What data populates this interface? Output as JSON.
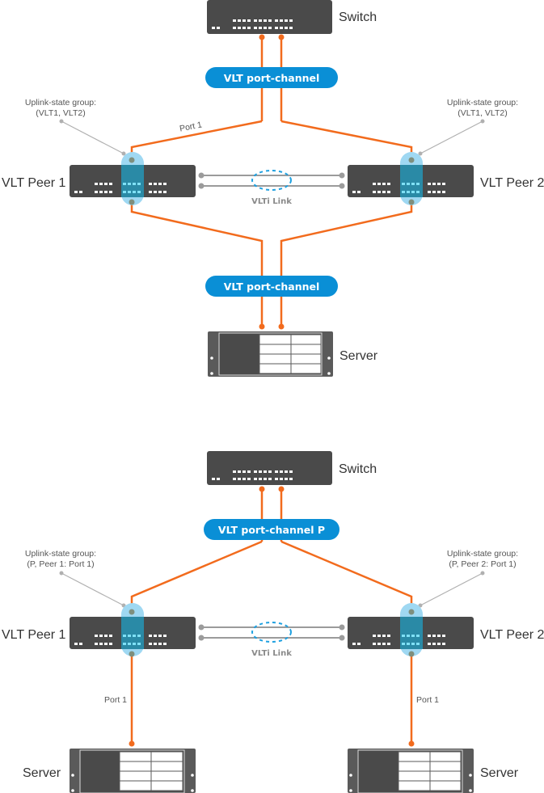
{
  "colors": {
    "device": "#4a4a4a",
    "link": "#f26b1d",
    "pill": "#0a8fd6",
    "highlight": "#9fd8f2",
    "highlight_dark": "#2a8aa6",
    "port_active": "#7fe0f5",
    "vlti": "#9b9b9b",
    "callout": "#b0b0b0"
  },
  "top_diagram": {
    "switch_label": "Switch",
    "port_channel_label": "VLT port-channel",
    "peer1_label": "VLT Peer 1",
    "peer2_label": "VLT Peer 2",
    "uplink_group_left": [
      "Uplink-state group:",
      "(VLT1, VLT2)"
    ],
    "uplink_group_right": [
      "Uplink-state group:",
      "(VLT1, VLT2)"
    ],
    "port_label": "Port 1",
    "vlti_label": "VLTi Link",
    "server_port_channel_label": "VLT port-channel",
    "server_label": "Server"
  },
  "bottom_diagram": {
    "switch_label": "Switch",
    "port_channel_label": "VLT port-channel P",
    "peer1_label": "VLT Peer 1",
    "peer2_label": "VLT Peer 2",
    "uplink_group_left": [
      "Uplink-state group:",
      "(P, Peer 1: Port 1)"
    ],
    "uplink_group_right": [
      "Uplink-state group:",
      "(P, Peer 2: Port 1)"
    ],
    "vlti_label": "VLTi Link",
    "left_port_label": "Port 1",
    "right_port_label": "Port 1",
    "left_server_label": "Server",
    "right_server_label": "Server"
  }
}
